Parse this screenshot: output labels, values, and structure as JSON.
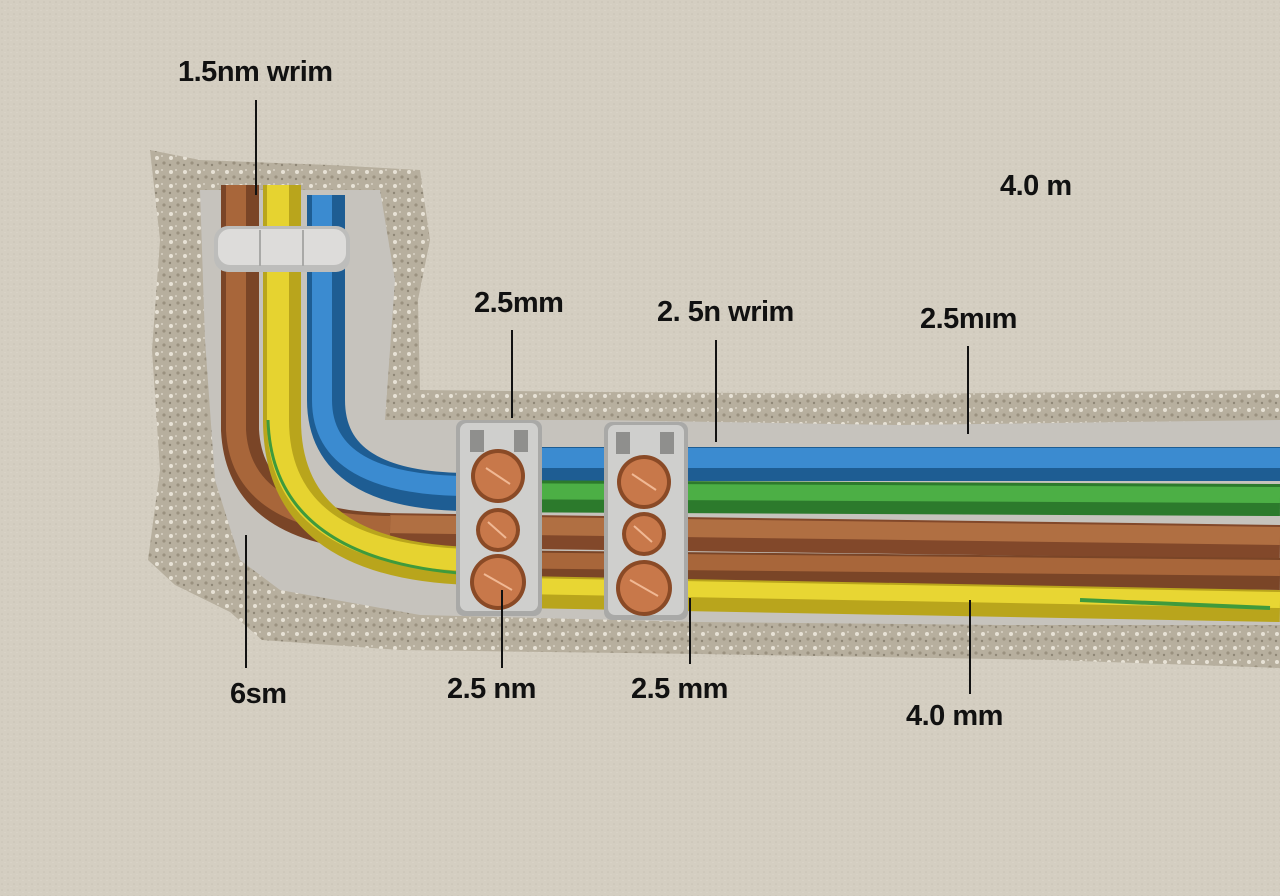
{
  "labels": {
    "top_left": "1.5nm wrim",
    "top_right": "4.0 m",
    "clip1_top": "2.5mm",
    "clip2_top": "2. 5n wrim",
    "right_top": "2.5mım",
    "bottom_left": "6sm",
    "clip1_bottom": "2.5 nm",
    "clip2_bottom": "2.5 mm",
    "right_bottom": "4.0 mm"
  },
  "colors": {
    "wall": "#d4cec1",
    "plaster": "#b5ad9c",
    "cavity": "#c9c6c0",
    "wire_brown": "#a8663a",
    "wire_yellow": "#e3d12e",
    "wire_green": "#3f9a3c",
    "wire_blue": "#2f7ec2",
    "clip": "#c8c8c6",
    "copper": "#c8784a"
  },
  "icons": [
    "cable-clip-icon",
    "junction-clip-icon"
  ]
}
